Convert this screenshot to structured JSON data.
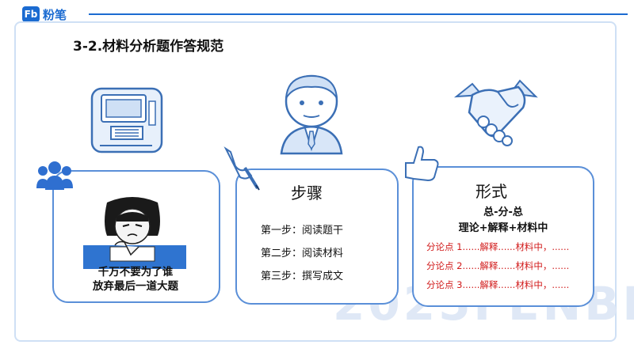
{
  "brand": {
    "mark": "Fb",
    "name": "粉笔"
  },
  "title": "3-2.材料分析题作答规范",
  "watermark": "2025FENBI",
  "left_card": {
    "caption_line1": "千万不要为了谁",
    "caption_line2": "放弃最后一道大题"
  },
  "steps_card": {
    "heading": "步骤",
    "steps": [
      "第一步：阅读题干",
      "第二步：阅读材料",
      "第三步：撰写成文"
    ]
  },
  "form_card": {
    "heading": "形式",
    "line1": "总-分-总",
    "line2": "理论+解释+材料中",
    "points": [
      "分论点 1......解释......材料中，......",
      "分论点 2......解释......材料中，......",
      "分论点 3......解释......材料中，......"
    ]
  },
  "colors": {
    "accent": "#1b6bd1",
    "card_border": "#5a8fd8",
    "highlight": "#d11a1a"
  }
}
